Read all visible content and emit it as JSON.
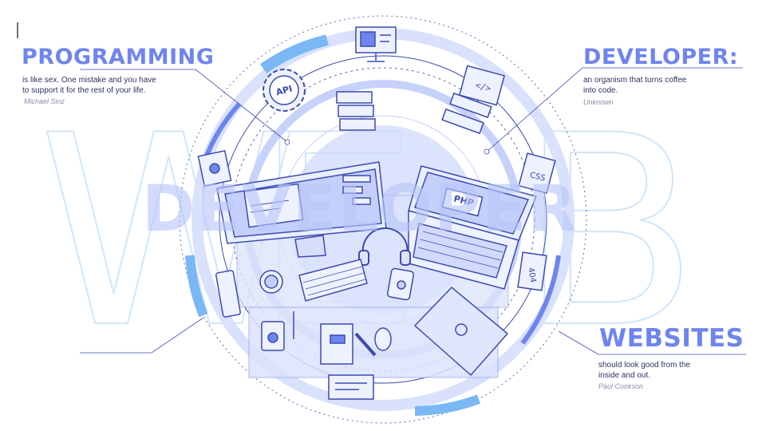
{
  "quotes": {
    "programming": {
      "title": "PROGRAMMING",
      "lines": [
        "is like sex. One mistake and you have",
        "to support it for the rest of your life."
      ],
      "author": "Michael Sinz"
    },
    "developer": {
      "title": "DEVELOPER:",
      "lines": [
        "an organism that turns coffee",
        "into code."
      ],
      "author": "Unknown"
    },
    "websites": {
      "title": "WEBSITES",
      "lines": [
        "should look good from the",
        "inside and out."
      ],
      "author": "Paul Cookson"
    }
  },
  "illustration": {
    "ghost_word": "DEVELOPER",
    "outline_letters": [
      "W",
      "E",
      "B"
    ],
    "labels": {
      "api": "API",
      "php": "PHP",
      "css": "CSS",
      "error": "404"
    }
  },
  "colors": {
    "accent": "#6f85ee",
    "outline": "#3b4bb0",
    "light_fill": "#dde4fc",
    "ring": "#c7d2fb",
    "bright_ring": "#79b8f5",
    "watermark": "#cfe6fb",
    "ghost": "#b8c6f9"
  },
  "icons": [
    "api-gear-icon",
    "monitor-icon",
    "code-window-icon",
    "server-icon",
    "mobile-icon",
    "bug-icon",
    "css-file-icon",
    "error-404-icon",
    "headphones-icon",
    "keyboard-icon",
    "smartphone-icon",
    "coffee-cup-icon",
    "notebook-icon",
    "pencil-icon",
    "mouse-icon",
    "usb-drive-icon",
    "tablet-icon"
  ]
}
